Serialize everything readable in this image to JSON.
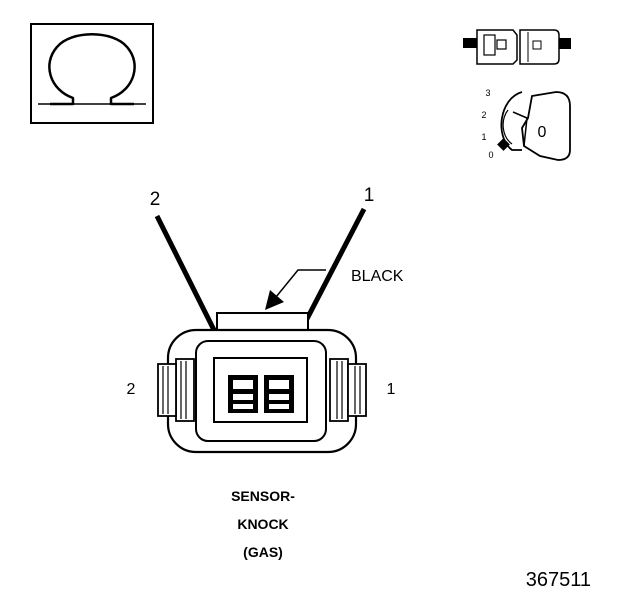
{
  "diagram": {
    "icons": {
      "ohmmeter": "ohm-symbol-icon",
      "connector_pair": "connector-pair-icon",
      "ignition": "ignition-switch-icon"
    },
    "ignition_positions": [
      "3",
      "2",
      "1",
      "0"
    ],
    "ignition_key_label": "0",
    "pointer_labels": {
      "left": "2",
      "right": "1"
    },
    "side_labels": {
      "left": "2",
      "right": "1"
    },
    "color_callout": "BLACK",
    "caption_lines": [
      "SENSOR-",
      "KNOCK",
      "(GAS)"
    ],
    "figure_number": "367511"
  }
}
